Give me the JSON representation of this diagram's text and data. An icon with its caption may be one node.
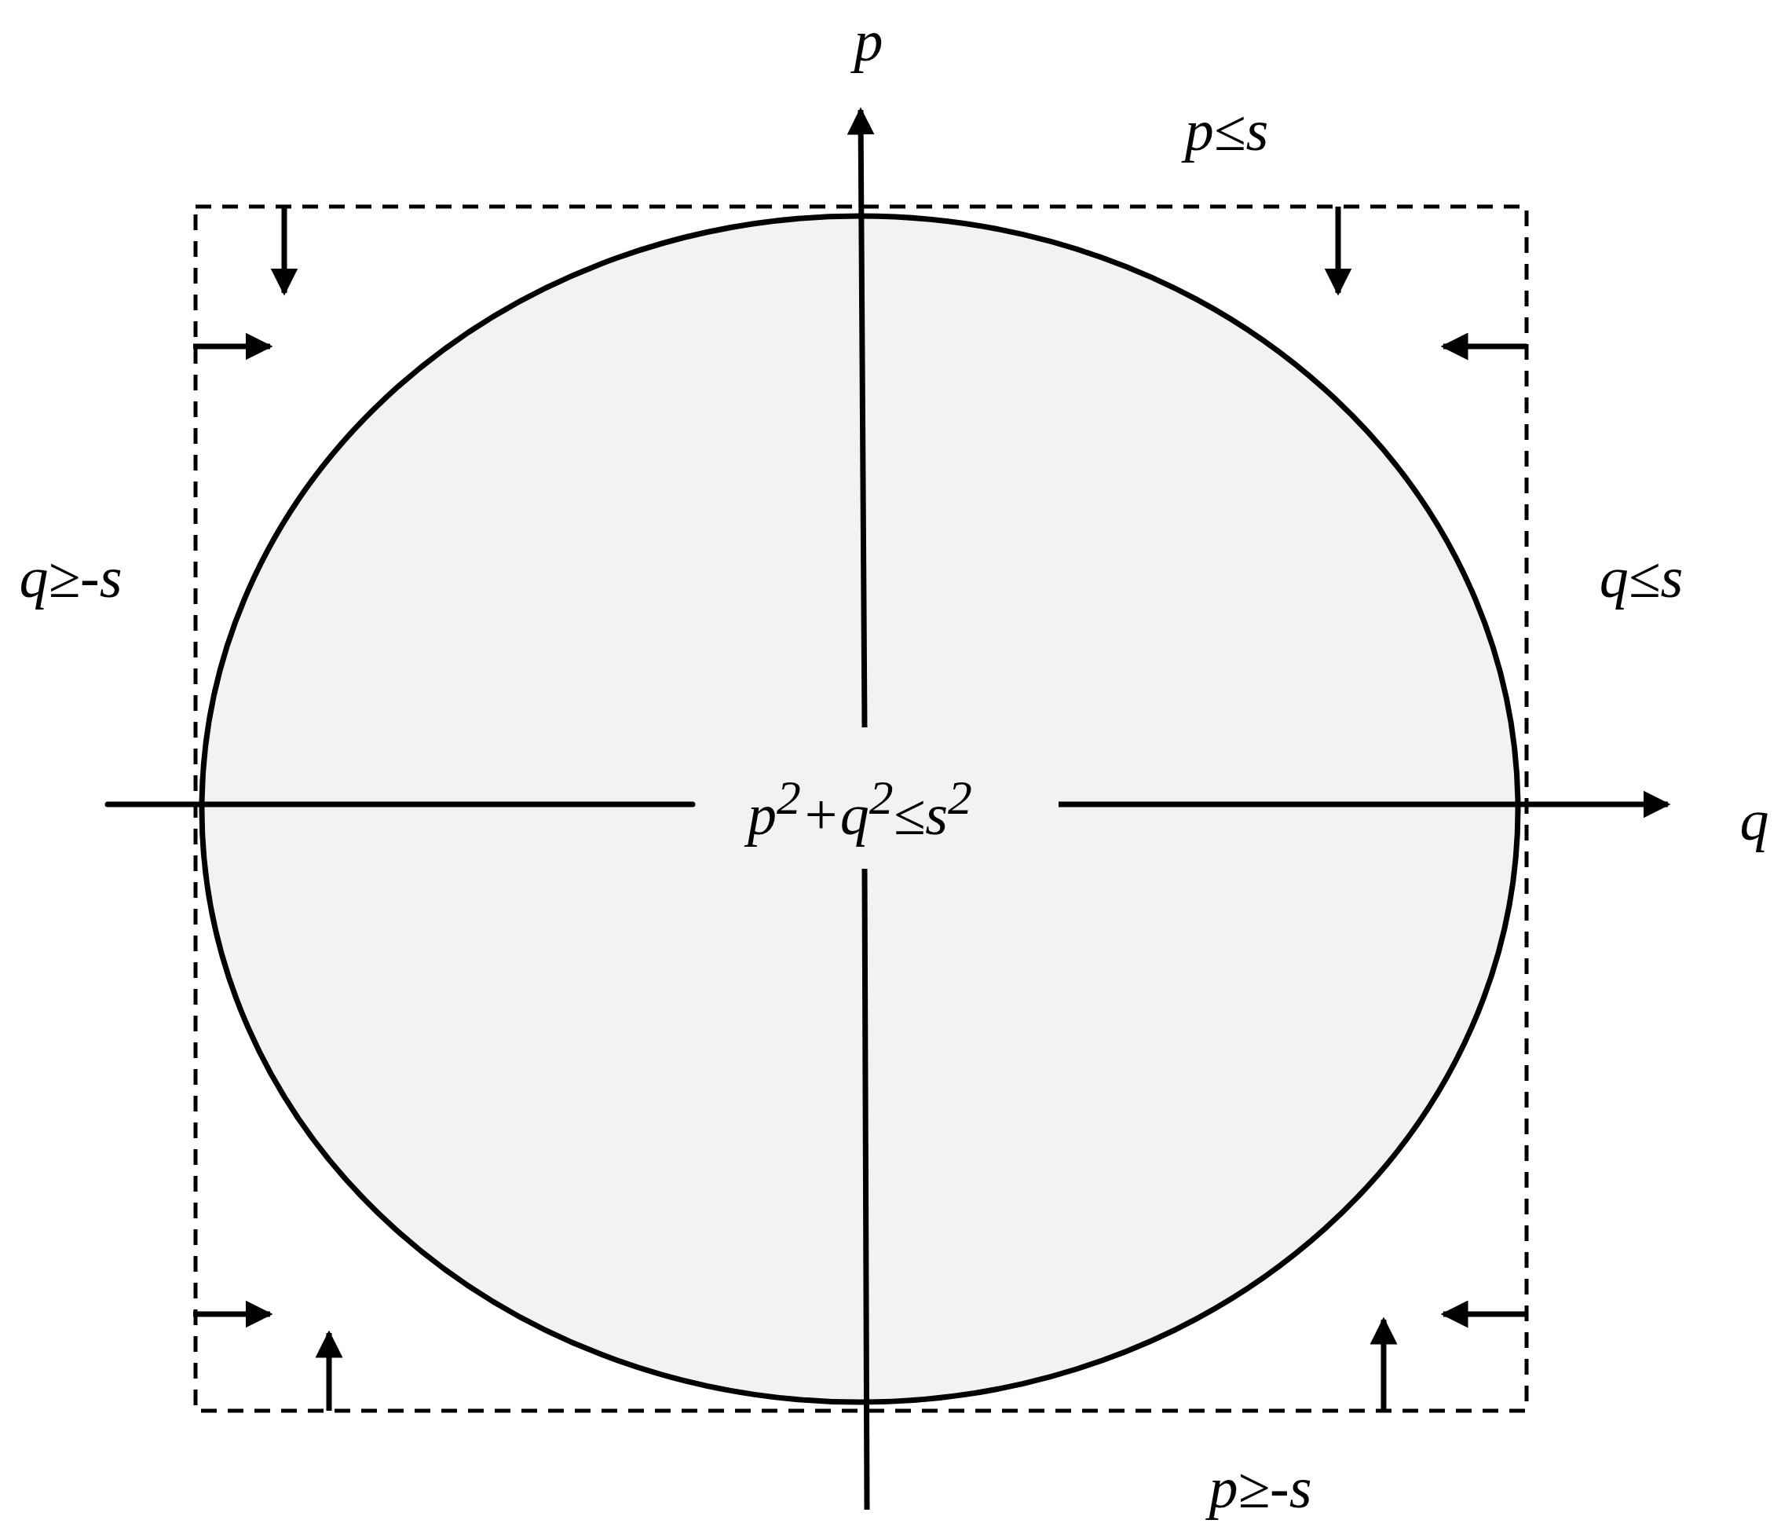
{
  "diagram": {
    "nodes": [
      {
        "text": [
          "p$^{2}$+q$^{2}$≤s$^{2}$"
        ]
      }
    ],
    "labels": [
      "p",
      "p≤s",
      "q≥-s",
      "q≤s",
      "q",
      "p≥-s"
    ]
  }
}
